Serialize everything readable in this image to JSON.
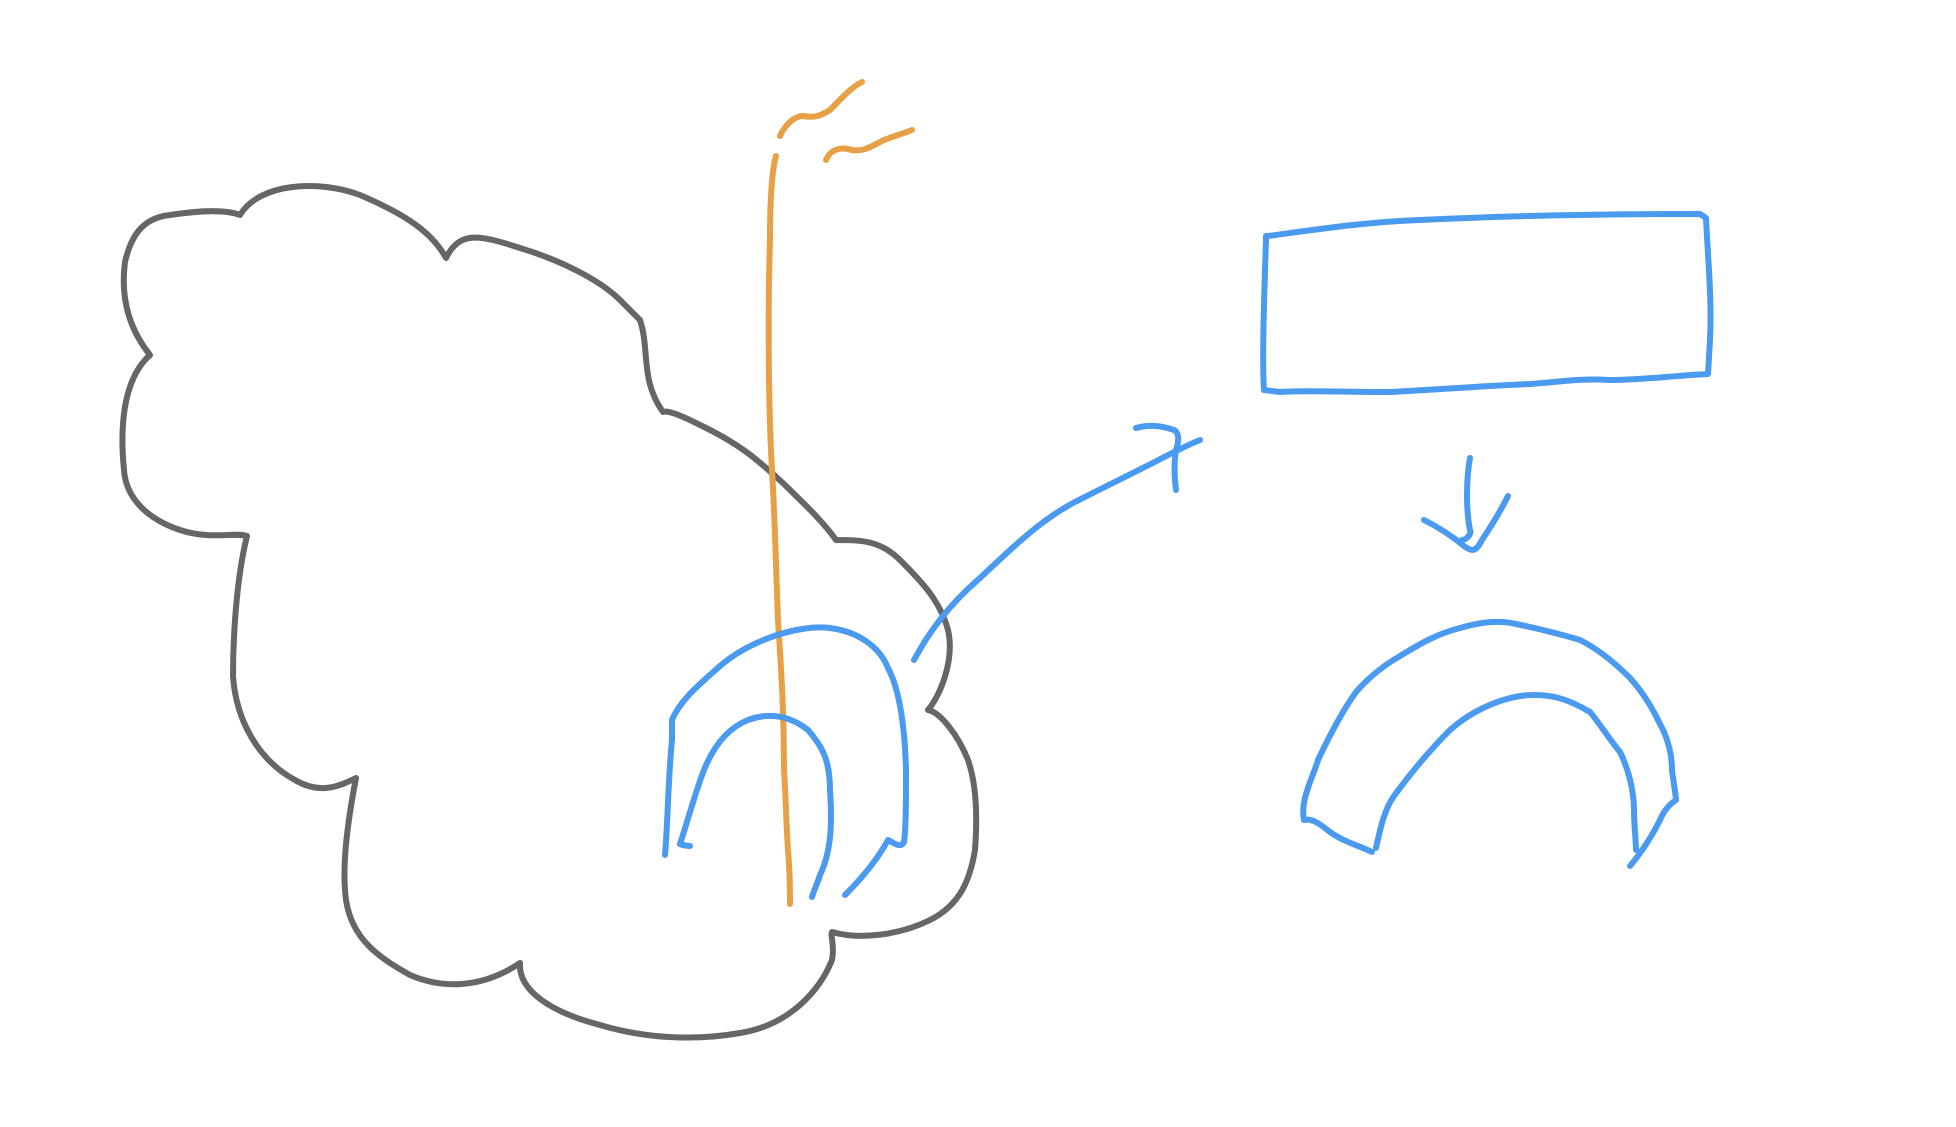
{
  "canvas": {
    "background": "#ffffff"
  },
  "colors": {
    "gray": "#666666",
    "blue": "#4a9af0",
    "orange": "#e7a045"
  },
  "shapes": [
    {
      "name": "cloud-shape",
      "color_key": "gray",
      "kind": "freehand-cloud"
    },
    {
      "name": "orange-vertical-line",
      "color_key": "orange",
      "kind": "freehand-line"
    },
    {
      "name": "orange-squiggle-top",
      "color_key": "orange",
      "kind": "freehand-squiggle"
    },
    {
      "name": "orange-squiggle-bottom",
      "color_key": "orange",
      "kind": "freehand-squiggle"
    },
    {
      "name": "blue-arch-left",
      "color_key": "blue",
      "kind": "freehand-arch"
    },
    {
      "name": "blue-arrow-curve",
      "color_key": "blue",
      "kind": "freehand-arrow"
    },
    {
      "name": "blue-rectangle",
      "color_key": "blue",
      "kind": "freehand-rectangle"
    },
    {
      "name": "blue-down-arrow",
      "color_key": "blue",
      "kind": "freehand-arrow"
    },
    {
      "name": "blue-arch-right",
      "color_key": "blue",
      "kind": "freehand-arch"
    }
  ]
}
